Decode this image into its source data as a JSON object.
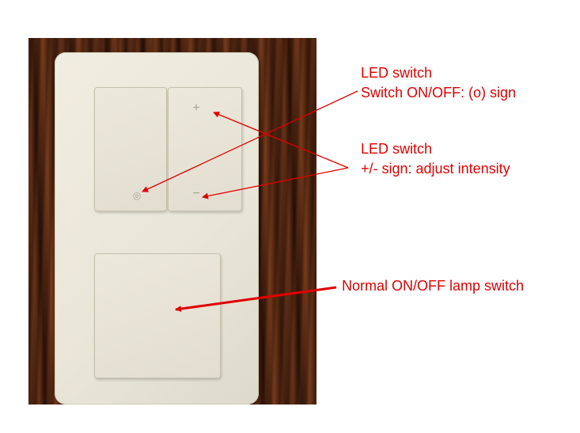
{
  "annotations": {
    "led_switch_onoff": {
      "line1": "LED switch",
      "line2": "Switch ON/OFF: (o) sign"
    },
    "led_switch_intensity": {
      "line1": "LED switch",
      "line2": "+/- sign: adjust intensity"
    },
    "normal_switch": {
      "line1": "Normal ON/OFF lamp switch"
    }
  },
  "switch_symbols": {
    "plus": "+",
    "minus": "−",
    "on_off": "◎"
  },
  "colors": {
    "annotation_text": "#e00000",
    "arrow": "#e00000",
    "plate": "#ebe7da",
    "wood": "#4a2210"
  }
}
